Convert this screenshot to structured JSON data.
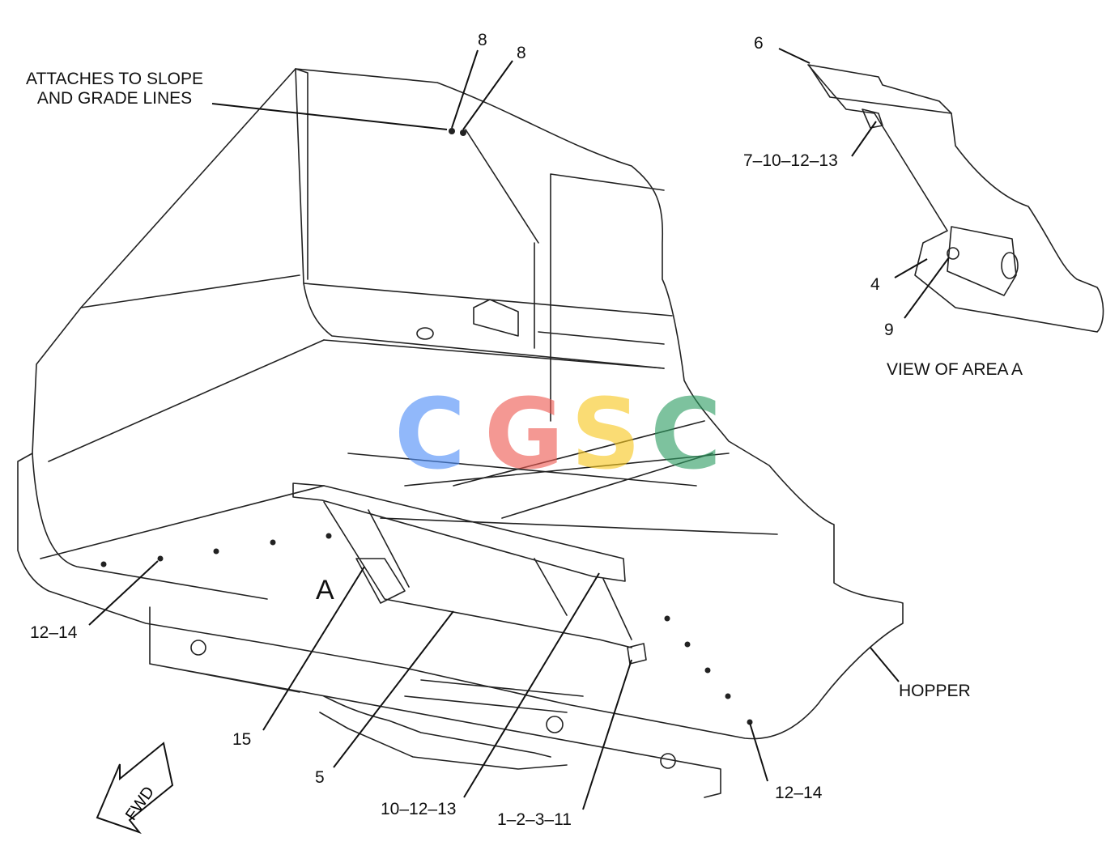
{
  "callouts": {
    "attaches": "ATTACHES TO SLOPE\nAND GRADE LINES",
    "c8a": "8",
    "c8b": "8",
    "c6": "6",
    "c7": "7–10–12–13",
    "c4": "4",
    "c9": "9",
    "view": "VIEW OF AREA A",
    "areaA": "A",
    "c12a": "12–14",
    "c15": "15",
    "c5": "5",
    "c10": "10–12–13",
    "c1": "1–2–3–11",
    "c12b": "12–14",
    "hopper": "HOPPER",
    "fwd": "FWD"
  },
  "watermark": {
    "letters": [
      "C",
      "G",
      "S",
      "C"
    ],
    "colors": [
      "#4f8ef7",
      "#ee5a52",
      "#f8c820",
      "#2f9e63"
    ]
  }
}
